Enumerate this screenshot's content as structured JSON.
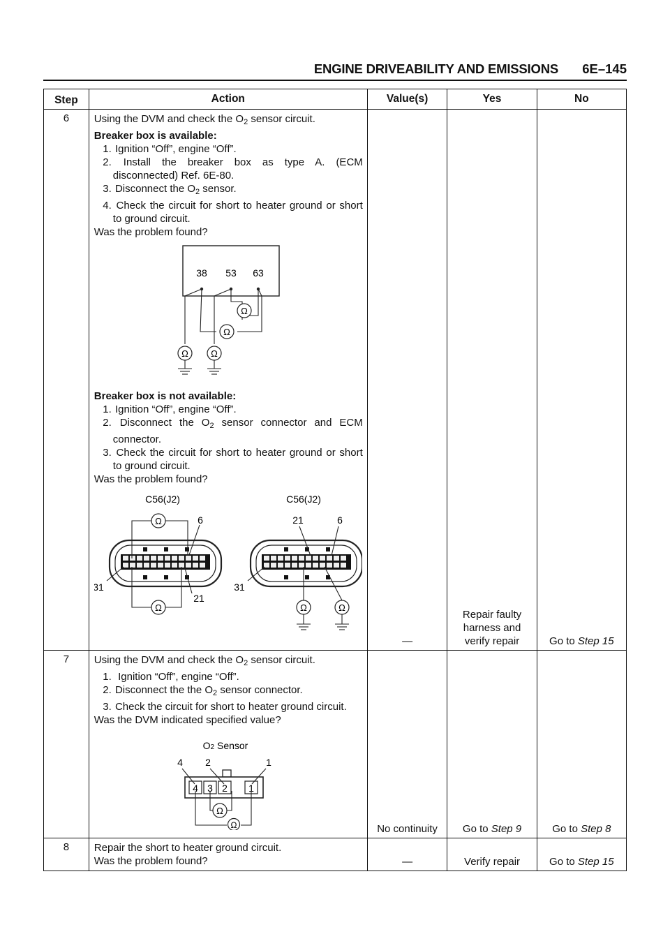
{
  "header": {
    "title": "ENGINE DRIVEABILITY AND EMISSIONS",
    "page": "6E–145"
  },
  "columns": {
    "step": "Step",
    "action": "Action",
    "values": "Value(s)",
    "yes": "Yes",
    "no": "No"
  },
  "rows": [
    {
      "step": "6",
      "intro_a": "Using the DVM and check the O",
      "intro_sub": "2",
      "intro_b": " sensor circuit.",
      "section1": "Breaker box is available:",
      "s1_items": [
        {
          "n": "1.",
          "a": "Ignition “Off”, engine “Off”.",
          "sub": "",
          "b": ""
        },
        {
          "n": "2.",
          "a": "Install the breaker box as type A. (ECM disconnected) Ref. 6E-80.",
          "sub": "",
          "b": ""
        },
        {
          "n": "3.",
          "a": "Disconnect the O",
          "sub": "2",
          "b": " sensor."
        },
        {
          "n": "4.",
          "a": "Check the circuit for short to heater ground or short to ground circuit.",
          "sub": "",
          "b": ""
        }
      ],
      "question1": "Was the problem found?",
      "fig1": {
        "pins": [
          "38",
          "53",
          "63"
        ],
        "meter": "Ω"
      },
      "section2": "Breaker box is not available:",
      "s2_items": [
        {
          "n": "1.",
          "a": "Ignition “Off”, engine “Off”.",
          "sub": "",
          "b": ""
        },
        {
          "n": "2.",
          "a": "Disconnect the O",
          "sub": "2",
          "b": " sensor connector and ECM connector."
        },
        {
          "n": "3.",
          "a": "Check the circuit for short to heater ground or short to ground circuit.",
          "sub": "",
          "b": ""
        }
      ],
      "question2": "Was the problem found?",
      "fig2": {
        "left_label": "C56(J2)",
        "right_label": "C56(J2)",
        "l_pin_a": "6",
        "l_pin_b": "31",
        "l_pin_c": "21",
        "r_pin_a": "21",
        "r_pin_b": "6",
        "r_pin_c": "31"
      },
      "value": "—",
      "yes": "Repair faulty harness and verify repair",
      "no_prefix": "Go to ",
      "no_step": "Step 15"
    },
    {
      "step": "7",
      "intro_a": "Using the DVM and check the O",
      "intro_sub": "2",
      "intro_b": " sensor circuit.",
      "items": [
        {
          "n": "1.",
          "a": "Ignition “Off”, engine “Off”.",
          "sub": "",
          "b": ""
        },
        {
          "n": "2.",
          "a": "Disconnect the the O",
          "sub": "2",
          "b": " sensor connector."
        },
        {
          "n": "3.",
          "a": "Check the circuit for short to heater ground circuit.",
          "sub": "",
          "b": ""
        }
      ],
      "question": "Was the DVM indicated specified value?",
      "fig": {
        "title_a": "O",
        "title_sub": "2",
        "title_b": " Sensor",
        "top_4": "4",
        "top_2": "2",
        "top_1": "1",
        "cells": [
          "4",
          "3",
          "2",
          "1"
        ]
      },
      "value": "No continuity",
      "yes_prefix": "Go to ",
      "yes_step": "Step 9",
      "no_prefix": "Go to ",
      "no_step": "Step 8"
    },
    {
      "step": "8",
      "line1": "Repair the short to heater ground circuit.",
      "line2": "Was the problem found?",
      "value": "—",
      "yes": "Verify repair",
      "no_prefix": "Go to ",
      "no_step": "Step 15"
    }
  ]
}
